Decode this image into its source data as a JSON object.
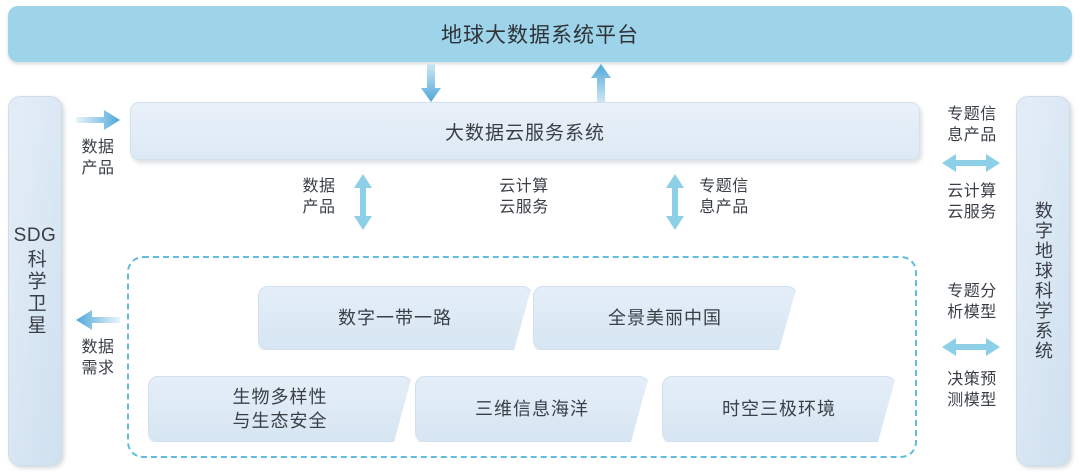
{
  "banner": {
    "title": "地球大数据系统平台"
  },
  "left_pillar": {
    "latin": "SDG",
    "vertical": "科学卫星"
  },
  "right_pillar": {
    "vertical": "数字地球科学系统"
  },
  "cloud_bar": {
    "title": "大数据云服务系统"
  },
  "left_flow": {
    "out_label": "数据\n产品",
    "out_label_line1": "数据",
    "out_label_line2": "产品",
    "in_label_line1": "数据",
    "in_label_line2": "需求"
  },
  "middle_flow": {
    "data_product_line1": "数据",
    "data_product_line2": "产品",
    "cloud_service_line1": "云计算",
    "cloud_service_line2": "云服务",
    "thematic_line1": "专题信",
    "thematic_line2": "息产品"
  },
  "right_flow": {
    "thematic_info_line1": "专题信",
    "thematic_info_line2": "息产品",
    "cloud_compute_line1": "云计算",
    "cloud_compute_line2": "云服务",
    "thematic_model_line1": "专题分",
    "thematic_model_line2": "析模型",
    "decision_model_line1": "决策预",
    "decision_model_line2": "测模型"
  },
  "programs": {
    "row_top": [
      {
        "name": "数字一带一路"
      },
      {
        "name": "全景美丽中国"
      }
    ],
    "row_bottom": [
      {
        "line1": "生物多样性",
        "line2": "与生态安全"
      },
      {
        "line1": "三维信息海洋",
        "line2": ""
      },
      {
        "line1": "时空三极环境",
        "line2": ""
      }
    ]
  },
  "colors": {
    "banner_blue": "#9ed4ea",
    "card_blue": "#dce9f5",
    "arrow_blue": "#8ecfe8",
    "arrow_dark": "#4ea8d8",
    "dashed_border": "#62bcdc",
    "text": "#3a3f46"
  },
  "icons": {
    "arrow_down": "arrow-down-icon",
    "arrow_up": "arrow-up-icon",
    "arrow_right": "arrow-right-icon",
    "arrow_left": "arrow-left-icon",
    "arrow_updown": "arrow-up-down-icon",
    "arrow_leftright": "arrow-left-right-icon"
  }
}
